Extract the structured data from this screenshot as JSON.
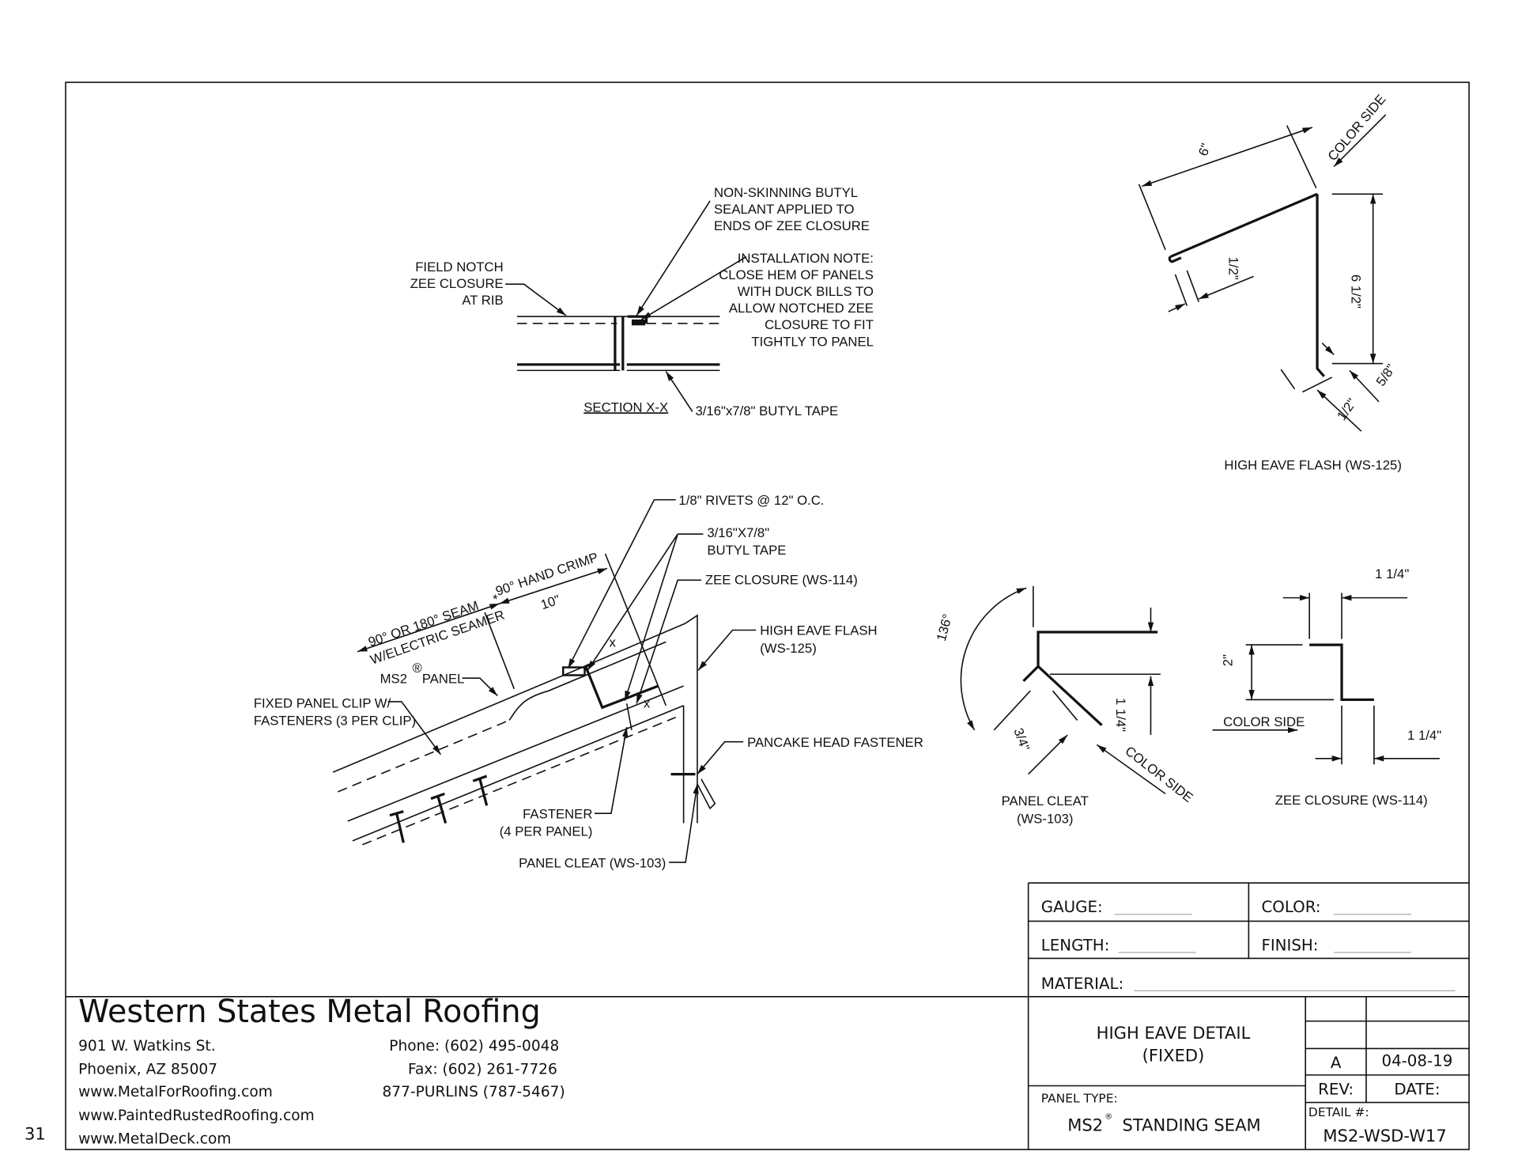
{
  "page_number": "31",
  "section_xx": {
    "title": "SECTION X-X",
    "sealant_note": [
      "NON-SKINNING BUTYL",
      "SEALANT APPLIED TO",
      "ENDS OF ZEE CLOSURE"
    ],
    "field_notch": [
      "FIELD NOTCH",
      "ZEE CLOSURE",
      "AT RIB"
    ],
    "install_note": [
      "INSTALLATION NOTE:",
      "CLOSE HEM OF PANELS",
      "WITH DUCK BILLS TO",
      "ALLOW NOTCHED ZEE",
      "CLOSURE TO FIT",
      "TIGHTLY TO PANEL"
    ],
    "butyl_tape": "3/16\"x7/8\" BUTYL TAPE"
  },
  "main_detail": {
    "rivets": "1/8\" RIVETS @ 12\" O.C.",
    "butyl": [
      "3/16\"X7/8\"",
      "BUTYL TAPE"
    ],
    "zee_closure": "ZEE CLOSURE (WS-114)",
    "high_eave_flash": [
      "HIGH EAVE FLASH",
      "(WS-125)"
    ],
    "pancake": "PANCAKE HEAD FASTENER",
    "fastener": [
      "FASTENER",
      "(4 PER PANEL)"
    ],
    "panel_cleat": "PANEL CLEAT (WS-103)",
    "fixed_clip": [
      "FIXED PANEL CLIP W/",
      "FASTENERS (3 PER CLIP)"
    ],
    "ms2_panel": "MS2",
    "ms2_panel_suffix": "PANEL",
    "registered": "®",
    "seam": [
      "90° OR 180° SEAM",
      "W/ELECTRIC SEAMER"
    ],
    "hand_crimp": "90° HAND CRIMP",
    "crimp_len": "10\"",
    "asterisk": "*",
    "x_mark": "x"
  },
  "high_eave_flash": {
    "caption": "HIGH EAVE FLASH (WS-125)",
    "dim_top": "6\"",
    "dim_hem": "1/2\"",
    "dim_vert": "6 1/2\"",
    "dim_kick": "5/8\"",
    "dim_bottom": "1/2\"",
    "color_side": "COLOR SIDE"
  },
  "panel_cleat": {
    "caption": [
      "PANEL CLEAT",
      "(WS-103)"
    ],
    "angle": "136°",
    "dim_a": "1 1/4\"",
    "dim_b": "3/4\"",
    "color_side": "COLOR SIDE"
  },
  "zee_closure": {
    "caption": "ZEE CLOSURE (WS-114)",
    "dim_top": "1 1/4\"",
    "dim_height": "2\"",
    "dim_bottom": "1 1/4\"",
    "color_side": "COLOR SIDE"
  },
  "title_block": {
    "gauge": "GAUGE:",
    "color": "COLOR:",
    "length": "LENGTH:",
    "finish": "FINISH:",
    "material": "MATERIAL:",
    "detail_title": [
      "HIGH EAVE DETAIL",
      "(FIXED)"
    ],
    "panel_type_label": "PANEL TYPE:",
    "panel_type_name": "MS2",
    "panel_type_reg": "®",
    "panel_type_suffix": "STANDING SEAM",
    "rev": "A",
    "date": "04-08-19",
    "rev_label": "REV:",
    "date_label": "DATE:",
    "detail_label": "DETAIL #:",
    "detail_no": "MS2-WSD-W17"
  },
  "company": {
    "name": "Western States Metal Roofing",
    "address": [
      "901 W. Watkins St.",
      "Phoenix, AZ 85007"
    ],
    "websites": [
      "www.MetalForRoofing.com",
      "www.PaintedRustedRoofing.com",
      "www.MetalDeck.com"
    ],
    "phone": "Phone: (602) 495-0048",
    "fax": "Fax: (602) 261-7726",
    "tollfree": "877-PURLINS (787-5467)"
  }
}
